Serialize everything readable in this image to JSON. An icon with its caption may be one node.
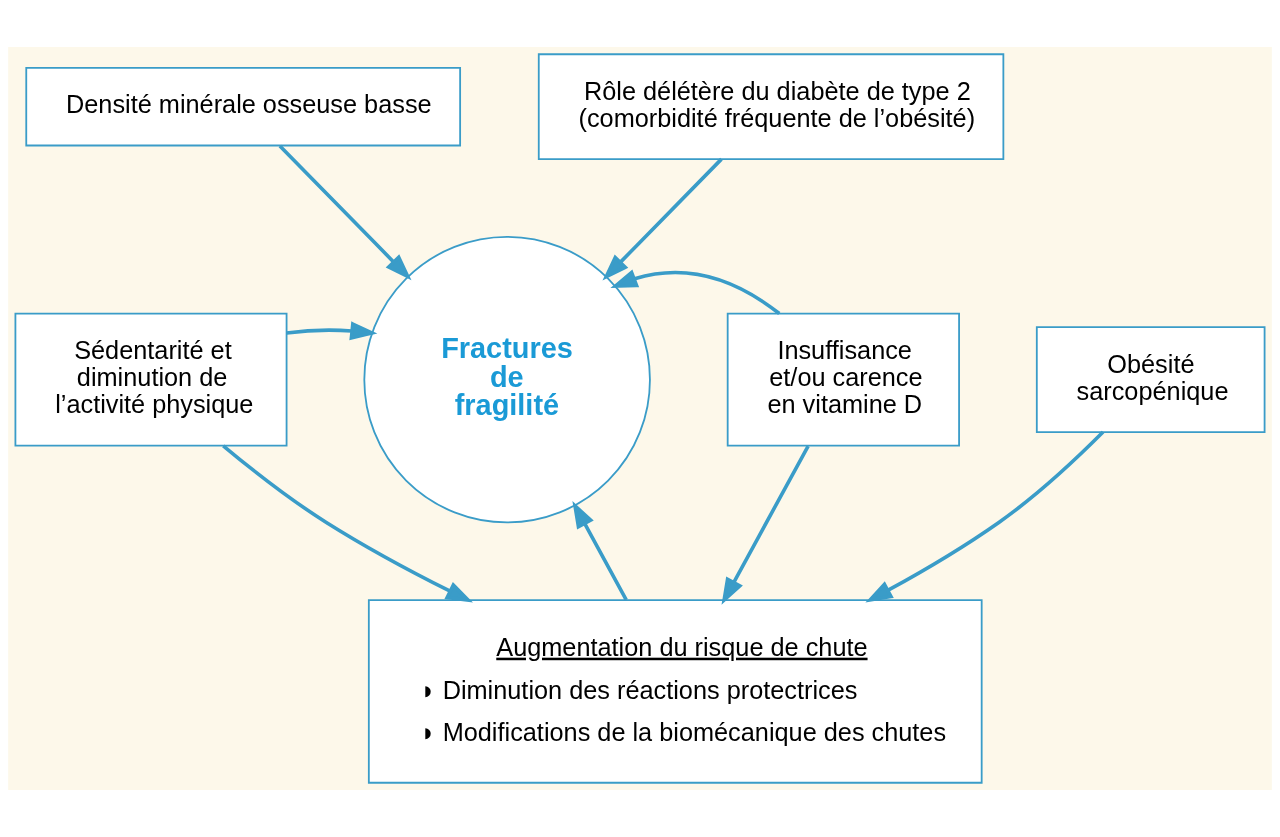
{
  "diagram": {
    "nodes": [
      {
        "text": [
          "Densité minérale osseuse basse"
        ]
      },
      {
        "text": [
          "Rôle délétère du diabète de type 2 (comorbidité fréquente de l’obésité)"
        ]
      },
      {
        "text": [
          "Sédentarité et diminution de l’activité physique"
        ]
      },
      {
        "text": [
          "Fractures de fragilité"
        ]
      },
      {
        "text": [
          "Insuffisance et/ou carence en vitamine D"
        ]
      },
      {
        "text": [
          "Obésité sarcopénique"
        ]
      },
      {
        "text": [
          "Augmentation du risque de chute",
          "◗ Diminution des réactions protectrices",
          "◗ Modifications de la biomécanique des chutes"
        ]
      }
    ],
    "edges": [
      {
        "from": 0,
        "to": 3,
        "arrow": "to"
      },
      {
        "from": 1,
        "to": 3,
        "arrow": "to"
      },
      {
        "from": 2,
        "to": 3,
        "arrow": "to"
      },
      {
        "from": 4,
        "to": 3,
        "arrow": "to"
      },
      {
        "from": 6,
        "to": 3,
        "arrow": "to"
      },
      {
        "from": 2,
        "to": 6,
        "arrow": "to"
      },
      {
        "from": 4,
        "to": 6,
        "arrow": "to"
      },
      {
        "from": 5,
        "to": 6,
        "arrow": "to"
      }
    ]
  }
}
